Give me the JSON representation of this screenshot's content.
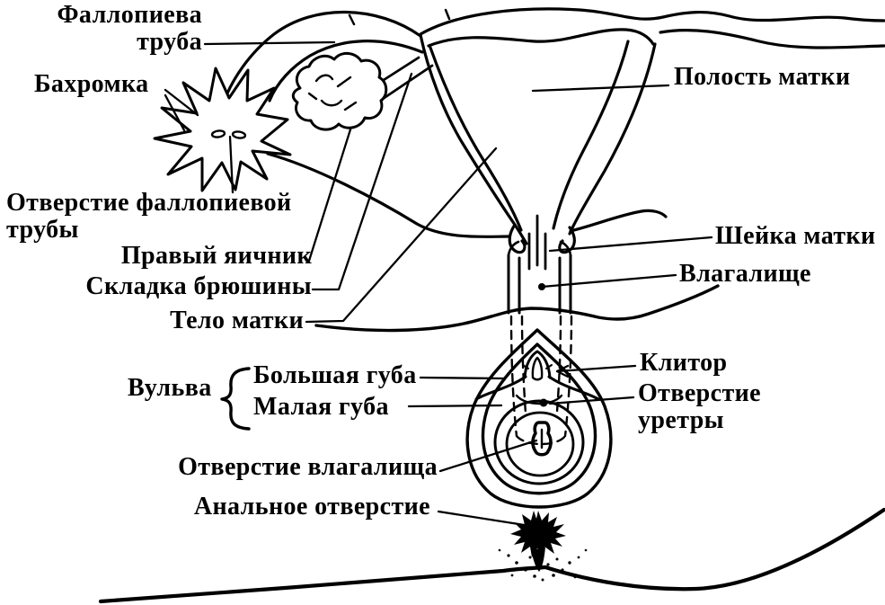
{
  "colors": {
    "ink": "#000000",
    "background": "#ffffff"
  },
  "diagram": {
    "type": "anatomical-line-drawing",
    "subject": "female-reproductive-system",
    "labels": {
      "fallopian_tube": "Фаллопиева\nтруба",
      "fimbria": "Бахромка",
      "fallopian_tube_opening": "Отверстие фаллопиевой\nтрубы",
      "right_ovary": "Правый яичник",
      "peritoneal_fold": "Складка брюшины",
      "uterus_body": "Тело матки",
      "uterine_cavity": "Полость матки",
      "cervix": "Шейка матки",
      "vagina": "Влагалище",
      "vulva": "Вульва",
      "labia_majora": "Большая губа",
      "labia_minora": "Малая губа",
      "clitoris": "Клитор",
      "urethral_opening": "Отверстие\nуретры",
      "vaginal_opening": "Отверстие влагалища",
      "anal_opening": "Анальное отверстие"
    }
  }
}
